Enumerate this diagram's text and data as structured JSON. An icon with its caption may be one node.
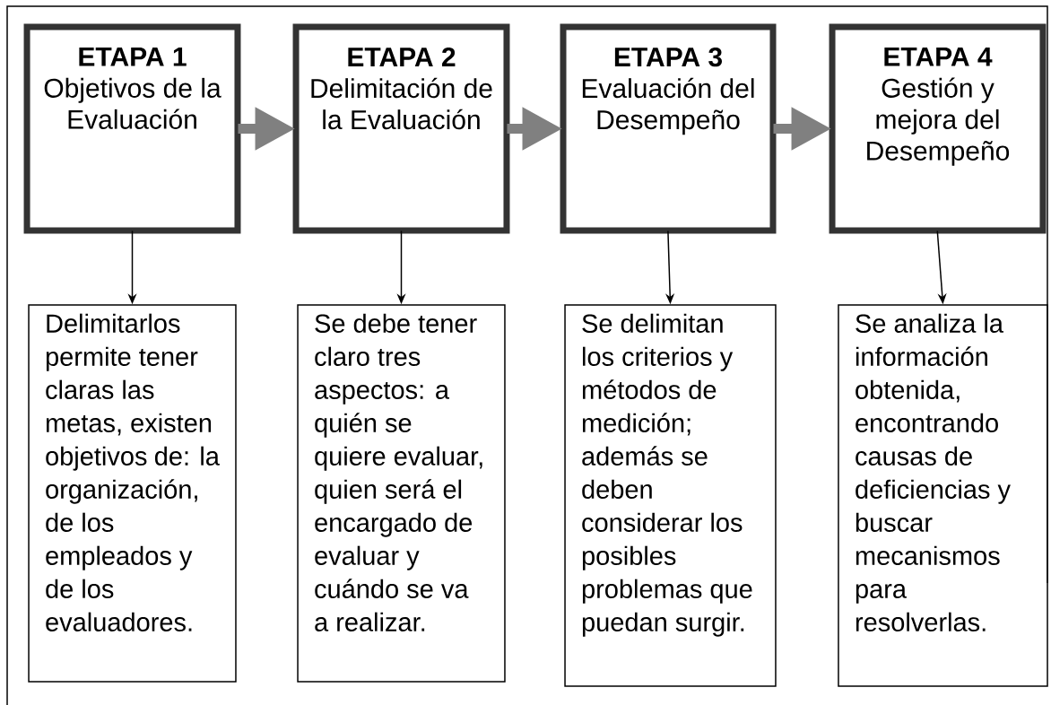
{
  "diagram": {
    "nodes": [
      {
        "text": [
          "ETAPA 1",
          "Objetivos de la Evaluación"
        ]
      },
      {
        "text": [
          "ETAPA 2",
          "Delimitación de la Evaluación"
        ]
      },
      {
        "text": [
          "ETAPA 3",
          "Evaluación del Desempeño"
        ]
      },
      {
        "text": [
          "ETAPA 4",
          "Gestión y mejora del Desempeño"
        ]
      },
      {
        "text": [
          "Delimitarlos permite tener claras las metas, existen objetivos de: la organización, de los empleados y de los evaluadores."
        ]
      },
      {
        "text": [
          "Se debe tener claro tres aspectos: a quién se quiere evaluar, quien será el encargado de evaluar y cuándo se va a realizar."
        ]
      },
      {
        "text": [
          "Se delimitan los criterios y métodos de medición; además se deben considerar los posibles problemas que puedan surgir."
        ]
      },
      {
        "text": [
          "Se analiza la información obtenida, encontrando causas de deficiencias y buscar mecanismos para resolverlas."
        ]
      }
    ],
    "edges": [
      {
        "from": 0,
        "to": 1,
        "arrow": "to",
        "style": "thick",
        "color": "#808080"
      },
      {
        "from": 1,
        "to": 2,
        "arrow": "to",
        "style": "thick",
        "color": "#808080"
      },
      {
        "from": 2,
        "to": 3,
        "arrow": "to",
        "style": "thick",
        "color": "#808080"
      },
      {
        "from": 0,
        "to": 4,
        "arrow": "to"
      },
      {
        "from": 1,
        "to": 5,
        "arrow": "to"
      },
      {
        "from": 2,
        "to": 6,
        "arrow": "to"
      },
      {
        "from": 3,
        "to": 7,
        "arrow": "to"
      }
    ]
  }
}
